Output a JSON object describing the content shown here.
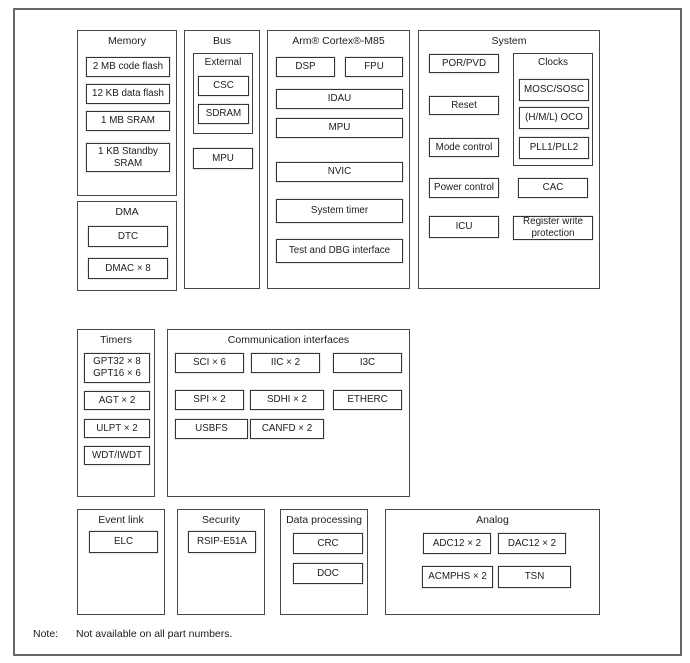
{
  "memory": {
    "title": "Memory",
    "code_flash": "2 MB code flash",
    "data_flash": "12 KB data flash",
    "sram": "1 MB SRAM",
    "standby_sram": "1 KB Standby\nSRAM"
  },
  "dma": {
    "title": "DMA",
    "dtc": "DTC",
    "dmac": "DMAC × 8"
  },
  "bus": {
    "title": "Bus",
    "external": {
      "title": "External",
      "csc": "CSC",
      "sdram": "SDRAM"
    },
    "mpu": "MPU"
  },
  "cortex": {
    "title": "Arm® Cortex®-M85",
    "dsp": "DSP",
    "fpu": "FPU",
    "idau": "IDAU",
    "mpu": "MPU",
    "nvic": "NVIC",
    "system_timer": "System timer",
    "test_dbg": "Test and DBG interface"
  },
  "system": {
    "title": "System",
    "por_pvd": "POR/PVD",
    "reset": "Reset",
    "mode_control": "Mode control",
    "power_control": "Power control",
    "icu": "ICU",
    "clocks": {
      "title": "Clocks",
      "mosc_sosc": "MOSC/SOSC",
      "oco": "(H/M/L) OCO",
      "pll": "PLL1/PLL2"
    },
    "cac": "CAC",
    "reg_write_protection": "Register write\nprotection"
  },
  "timers": {
    "title": "Timers",
    "gpt": "GPT32 × 8\nGPT16 × 6",
    "agt": "AGT × 2",
    "ulpt": "ULPT × 2",
    "wdt": "WDT/IWDT"
  },
  "comm": {
    "title": "Communication interfaces",
    "sci": "SCI × 6",
    "iic": "IIC × 2",
    "i3c": "I3C",
    "spi": "SPI × 2",
    "sdhi": "SDHI × 2",
    "etherc": "ETHERC",
    "usbfs": "USBFS",
    "canfd": "CANFD × 2"
  },
  "event_link": {
    "title": "Event link",
    "elc": "ELC"
  },
  "security": {
    "title": "Security",
    "rsip": "RSIP-E51A"
  },
  "data_processing": {
    "title": "Data processing",
    "crc": "CRC",
    "doc": "DOC"
  },
  "analog": {
    "title": "Analog",
    "adc": "ADC12 × 2",
    "dac": "DAC12 × 2",
    "acmphs": "ACMPHS × 2",
    "tsn": "TSN"
  },
  "note": {
    "label": "Note:",
    "text": "Not available on all part numbers."
  }
}
